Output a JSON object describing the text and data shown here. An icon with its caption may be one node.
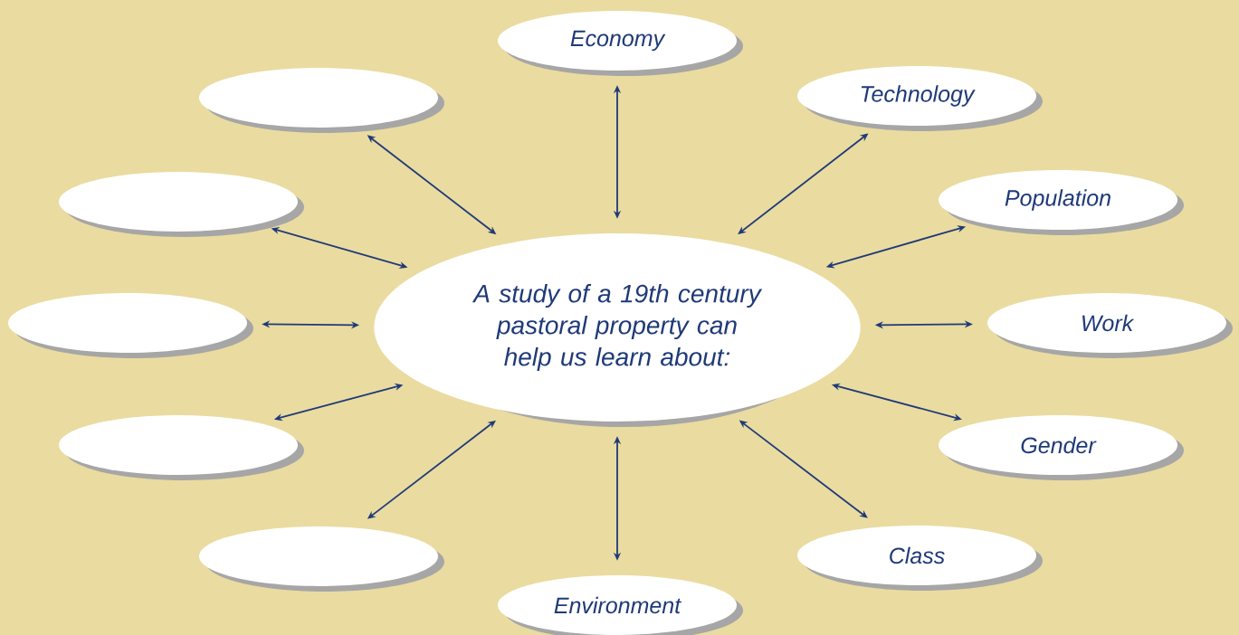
{
  "diagram": {
    "nodes": [
      {
        "text": [
          "A study of a 19th century pastoral property can help us learn about:"
        ]
      },
      {
        "text": [
          "Economy"
        ]
      },
      {
        "text": [
          "Technology"
        ]
      },
      {
        "text": [
          "Population"
        ]
      },
      {
        "text": [
          "Work"
        ]
      },
      {
        "text": [
          "Gender"
        ]
      },
      {
        "text": [
          "Class"
        ]
      },
      {
        "text": [
          "Environment"
        ]
      },
      {
        "text": [],
        "shape": "ellipse"
      },
      {
        "text": [],
        "shape": "ellipse"
      },
      {
        "text": [],
        "shape": "ellipse"
      },
      {
        "text": [],
        "shape": "ellipse"
      },
      {
        "text": [],
        "shape": "ellipse"
      }
    ],
    "edges": [
      {
        "from": 0,
        "to": 1,
        "arrow": "both"
      },
      {
        "from": 0,
        "to": 2,
        "arrow": "both"
      },
      {
        "from": 0,
        "to": 3,
        "arrow": "both"
      },
      {
        "from": 0,
        "to": 4,
        "arrow": "both"
      },
      {
        "from": 0,
        "to": 5,
        "arrow": "both"
      },
      {
        "from": 0,
        "to": 6,
        "arrow": "both"
      },
      {
        "from": 0,
        "to": 7,
        "arrow": "both"
      },
      {
        "from": 0,
        "to": 8,
        "arrow": "both"
      },
      {
        "from": 0,
        "to": 9,
        "arrow": "both"
      },
      {
        "from": 0,
        "to": 10,
        "arrow": "both"
      },
      {
        "from": 0,
        "to": 11,
        "arrow": "both"
      },
      {
        "from": 0,
        "to": 12,
        "arrow": "both"
      }
    ]
  }
}
